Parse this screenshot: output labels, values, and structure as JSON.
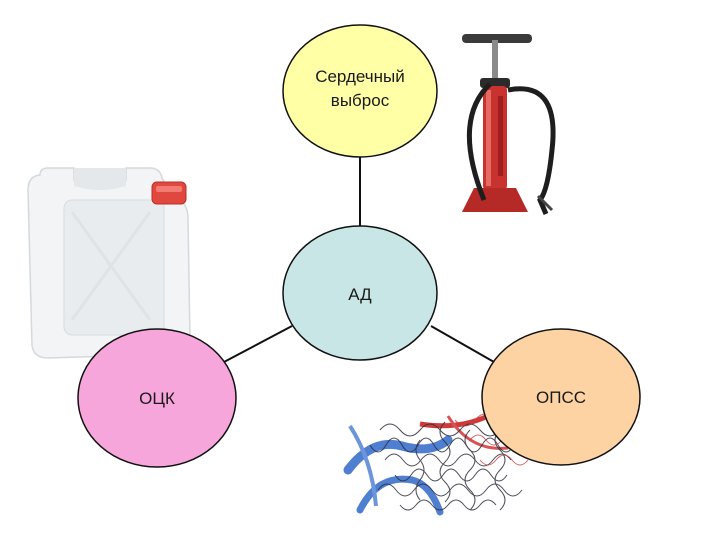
{
  "diagram": {
    "nodes": {
      "center": {
        "label": "АД",
        "color": "#c9e6e6"
      },
      "top": {
        "label_line1": "Сердечный",
        "label_line2": "выброс",
        "color": "#ffffa6"
      },
      "left": {
        "label": "ОЦК",
        "color": "#f7a6dc"
      },
      "right": {
        "label": "ОПСС",
        "color": "#fdd3a4"
      }
    },
    "illustrations": {
      "top_right": "air-pump-icon",
      "left": "water-canister-icon",
      "bottom": "blood-vessels-icon"
    }
  }
}
